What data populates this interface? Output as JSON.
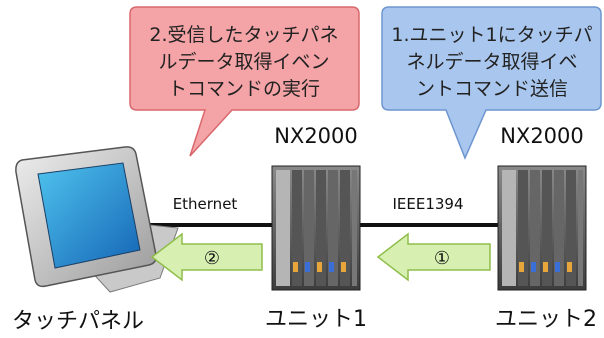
{
  "bubbles": {
    "left": {
      "lines": [
        "2.受信したタッチパネ",
        "ルデータ取得イベン",
        "トコマンドの実行"
      ],
      "fill": "#f4a3a6",
      "stroke": "#d9686c"
    },
    "right": {
      "lines": [
        "1.ユニット1にタッチパ",
        "ネルデータ取得イベ",
        "ントコマンド送信"
      ],
      "fill": "#a9c7ee",
      "stroke": "#6d95cf"
    }
  },
  "devices": {
    "unit1": {
      "model": "NX2000",
      "label": "ユニット1"
    },
    "unit2": {
      "model": "NX2000",
      "label": "ユニット2"
    },
    "touch_panel": {
      "label": "タッチパネル",
      "icon": "tablet-icon"
    }
  },
  "links": {
    "ethernet": "Ethernet",
    "ieee": "IEEE1394"
  },
  "arrows": {
    "arrow1": {
      "label": "①"
    },
    "arrow2": {
      "label": "②"
    },
    "fill": "#d7f0b2",
    "stroke": "#8fbd4a"
  }
}
